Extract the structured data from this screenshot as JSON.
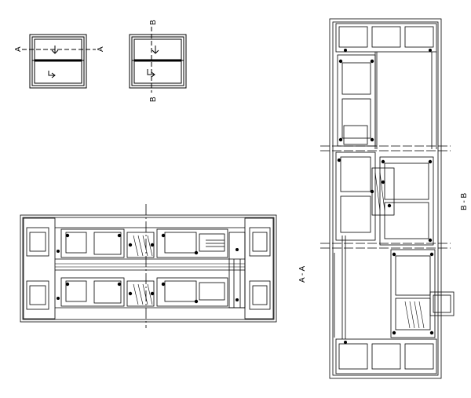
{
  "figure": {
    "elevation_a": {
      "cut_label_left": "A",
      "cut_label_right": "A"
    },
    "elevation_b": {
      "cut_label_top": "B",
      "cut_label_bottom": "B"
    },
    "section_aa": {
      "label": "A - A"
    },
    "section_bb": {
      "label": "B - B"
    }
  },
  "colors": {
    "ink": "#000000",
    "paper": "#ffffff",
    "fill": "#d9d9d9"
  }
}
